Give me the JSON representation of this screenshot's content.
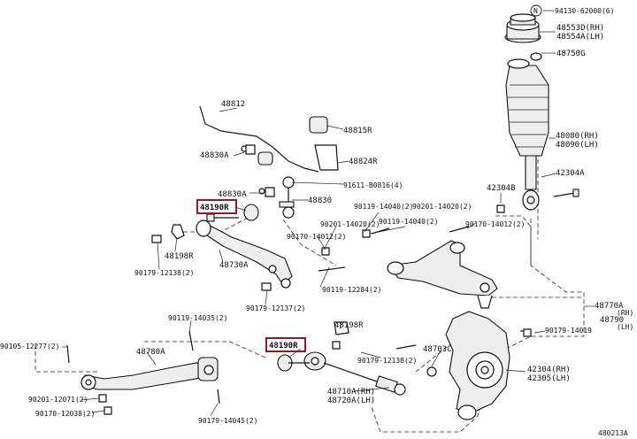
{
  "diagram": {
    "labels": {
      "p94130": "94130-62000(6)",
      "p48553d": "48553D(RH)",
      "p48554a": "48554A(LH)",
      "p48750g": "48750G",
      "p48812": "48812",
      "p48815r": "48815R",
      "p48830a_1": "48830A",
      "p48824r": "48824R",
      "p48080": "48080(RH)",
      "p48090": "48090(LH)",
      "p42304a": "42304A",
      "p91611": "91611-B0816(4)",
      "p42304b": "42304B",
      "p48830a_2": "48830A",
      "p48830": "48830",
      "p48190r_top": "48190R",
      "p90119_14040_2a": "90119-14040(2)",
      "p90201_14020_2a": "90201-14020(2)",
      "p90201_14020_2b": "90201-14020(2)",
      "p90119_14040_2b": "90119-14040(2)",
      "p90170_14012_2a": "90170-14012(2)",
      "p90170_14012_2b": "90170-14012(2)",
      "p48198r_left": "48198R",
      "p48730a": "48730A",
      "p90179_12138_left": "90179-12138(2)",
      "p90119_12284": "90119-12284(2)",
      "p90179_12137": "90179-12137(2)",
      "p48770a": "48770A",
      "p48770a_rh": "(RH)",
      "p48790": "48790",
      "p48790_lh": "(LH)",
      "p90179_14019": "90179-14019",
      "p90119_14035": "90119-14035(2)",
      "p48198r_right": "48198R",
      "p48190r_bottom": "48190R",
      "p90105_12277": "90105-12277(2)",
      "p48780a": "48780A",
      "p90179_12138_right": "90179-12138(2)",
      "p48703c": "48703C",
      "p42304rh": "42304(RH)",
      "p42305lh": "42305(LH)",
      "p48710a": "48710A(RH)",
      "p48720a": "48720A(LH)",
      "p90201_12071": "90201-12071(2)",
      "p90170_12038": "90170-12038(2)",
      "p90179_14045": "90179-14045(2)",
      "figure_id": "480213A",
      "ref_note_mark": "N"
    },
    "highlight_color": "#8b1a2e"
  }
}
